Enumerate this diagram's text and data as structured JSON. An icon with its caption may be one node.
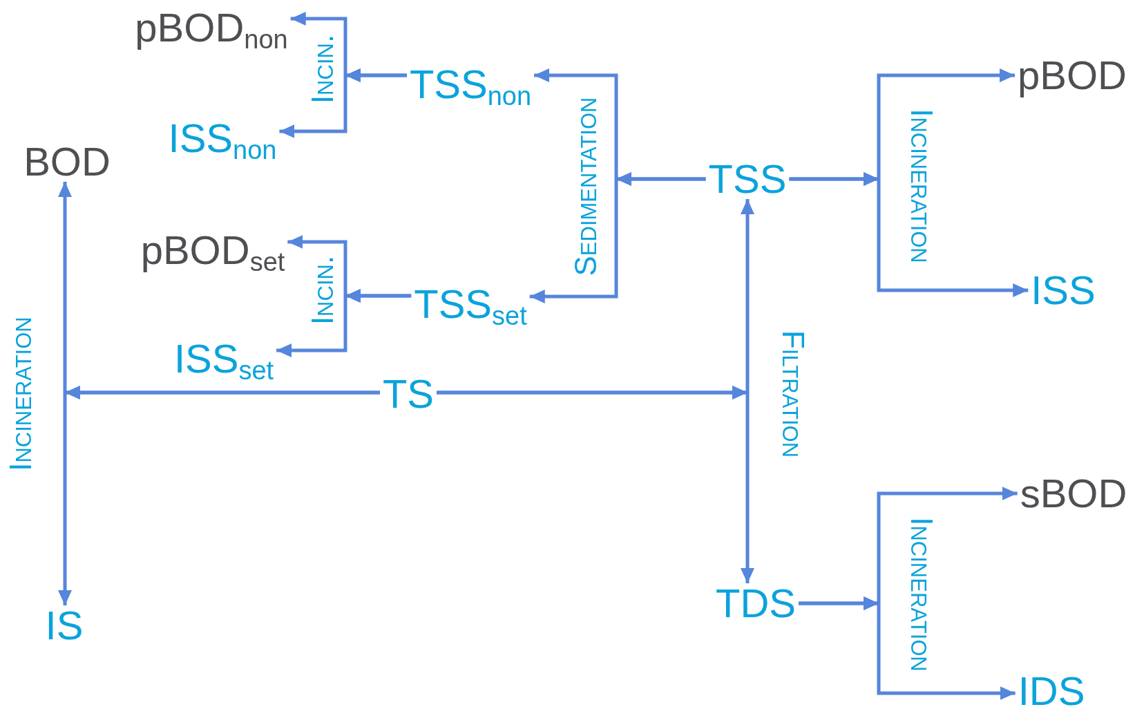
{
  "diagram": {
    "nodes": [
      {
        "text": [
          "pBOD$_{non}$"
        ]
      },
      {
        "text": [
          "ISS$_{non}$"
        ]
      },
      {
        "text": [
          "BOD"
        ]
      },
      {
        "text": [
          "TSS$_{non}$"
        ]
      },
      {
        "text": [
          "pBOD$_{set}$"
        ]
      },
      {
        "text": [
          "TSS$_{set}$"
        ]
      },
      {
        "text": [
          "ISS$_{set}$"
        ]
      },
      {
        "text": [
          "TSS"
        ]
      },
      {
        "text": [
          "pBOD"
        ]
      },
      {
        "text": [
          "ISS"
        ]
      },
      {
        "text": [
          "TS"
        ]
      },
      {
        "text": [
          "IS"
        ]
      },
      {
        "text": [
          "TDS"
        ]
      },
      {
        "text": [
          "sBOD"
        ]
      },
      {
        "text": [
          "IDS"
        ]
      }
    ],
    "edges": [
      {
        "from": 10,
        "to": 2,
        "arrow": "to",
        "label": "Incineration"
      },
      {
        "from": 10,
        "to": 11,
        "arrow": "to"
      },
      {
        "from": 10,
        "to": 7,
        "arrow": "to",
        "label": "Filtration"
      },
      {
        "from": 10,
        "to": 12,
        "arrow": "to"
      },
      {
        "from": 7,
        "to": 3,
        "arrow": "to",
        "label": "Sedimentation"
      },
      {
        "from": 7,
        "to": 5,
        "arrow": "to"
      },
      {
        "from": 7,
        "to": 8,
        "arrow": "to",
        "label": "Incineration"
      },
      {
        "from": 7,
        "to": 9,
        "arrow": "to"
      },
      {
        "from": 12,
        "to": 13,
        "arrow": "to",
        "label": "Incineration"
      },
      {
        "from": 12,
        "to": 14,
        "arrow": "to"
      },
      {
        "from": 3,
        "to": 0,
        "arrow": "to",
        "label": "Incin."
      },
      {
        "from": 3,
        "to": 1,
        "arrow": "to"
      },
      {
        "from": 5,
        "to": 4,
        "arrow": "to",
        "label": "Incin."
      },
      {
        "from": 5,
        "to": 6,
        "arrow": "to"
      }
    ]
  }
}
